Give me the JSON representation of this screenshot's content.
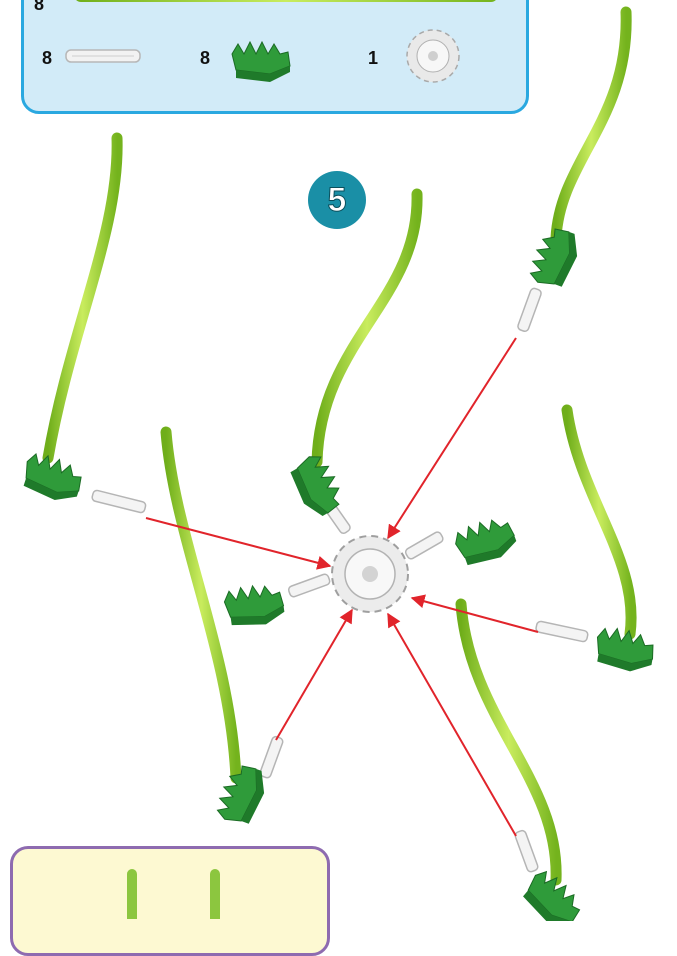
{
  "parts_box": {
    "top_qty": "8",
    "items": [
      {
        "qty": "8",
        "part": "connector-rod-icon"
      },
      {
        "qty": "8",
        "part": "half-gear-base-icon"
      },
      {
        "qty": "1",
        "part": "gear-hub-icon"
      }
    ]
  },
  "step": {
    "number": "5"
  },
  "colors": {
    "tube_green": "#9ccf2d",
    "base_green": "#2f9b3a",
    "arrow_red": "#e1242b",
    "panel_blue": "#d2ebf8",
    "badge_teal": "#1a8fa6"
  }
}
